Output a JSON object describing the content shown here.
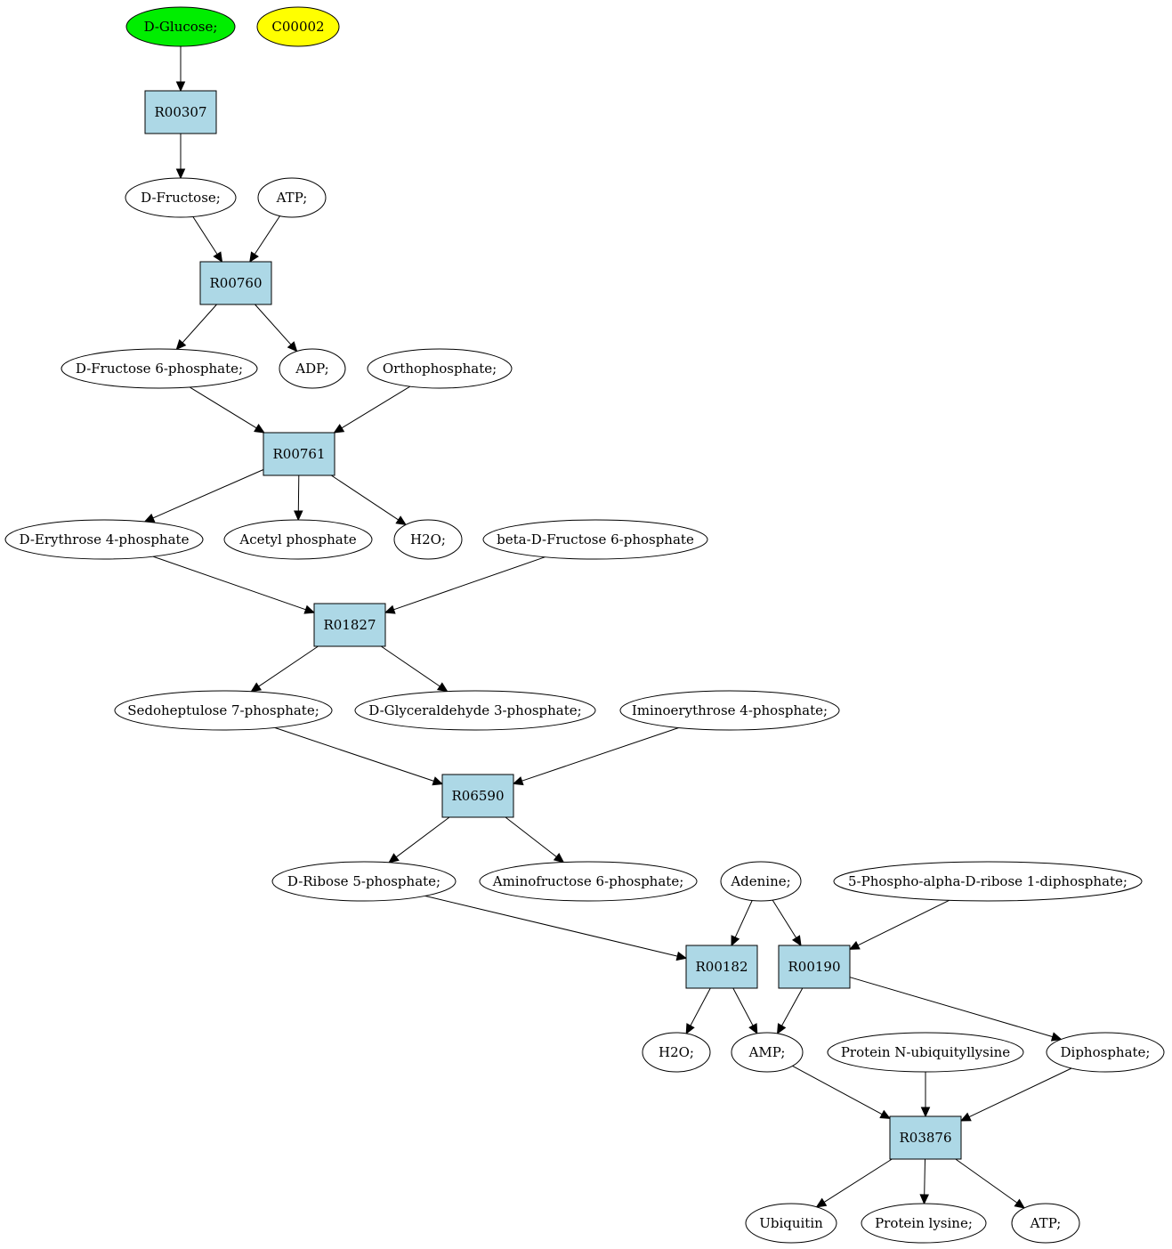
{
  "colors": {
    "reaction_fill": "#add8e6",
    "compound_fill": "#ffffff",
    "start_fill": "#00ee00",
    "highlight_fill": "#ffff00",
    "edge": "#000000"
  },
  "nodes": [
    {
      "id": "n_glucose",
      "label": "D-Glucose;",
      "kind": "compound",
      "fill": "start"
    },
    {
      "id": "n_c00002",
      "label": "C00002",
      "kind": "compound",
      "fill": "highlight"
    },
    {
      "id": "r_R00307",
      "label": "R00307",
      "kind": "reaction"
    },
    {
      "id": "n_fructose",
      "label": "D-Fructose;",
      "kind": "compound"
    },
    {
      "id": "n_atp1",
      "label": "ATP;",
      "kind": "compound"
    },
    {
      "id": "r_R00760",
      "label": "R00760",
      "kind": "reaction"
    },
    {
      "id": "n_f6p",
      "label": "D-Fructose 6-phosphate;",
      "kind": "compound"
    },
    {
      "id": "n_adp",
      "label": "ADP;",
      "kind": "compound"
    },
    {
      "id": "n_pi",
      "label": "Orthophosphate;",
      "kind": "compound"
    },
    {
      "id": "r_R00761",
      "label": "R00761",
      "kind": "reaction"
    },
    {
      "id": "n_e4p",
      "label": "D-Erythrose 4-phosphate",
      "kind": "compound"
    },
    {
      "id": "n_acp",
      "label": "Acetyl phosphate",
      "kind": "compound"
    },
    {
      "id": "n_h2o1",
      "label": "H2O;",
      "kind": "compound"
    },
    {
      "id": "n_bf6p",
      "label": "beta-D-Fructose 6-phosphate",
      "kind": "compound"
    },
    {
      "id": "r_R01827",
      "label": "R01827",
      "kind": "reaction"
    },
    {
      "id": "n_s7p",
      "label": "Sedoheptulose 7-phosphate;",
      "kind": "compound"
    },
    {
      "id": "n_g3p",
      "label": "D-Glyceraldehyde 3-phosphate;",
      "kind": "compound"
    },
    {
      "id": "n_ie4p",
      "label": "Iminoerythrose 4-phosphate;",
      "kind": "compound"
    },
    {
      "id": "r_R06590",
      "label": "R06590",
      "kind": "reaction"
    },
    {
      "id": "n_r5p",
      "label": "D-Ribose 5-phosphate;",
      "kind": "compound"
    },
    {
      "id": "n_af6p",
      "label": "Aminofructose 6-phosphate;",
      "kind": "compound"
    },
    {
      "id": "n_adenine",
      "label": "Adenine;",
      "kind": "compound"
    },
    {
      "id": "n_prpp",
      "label": "5-Phospho-alpha-D-ribose 1-diphosphate;",
      "kind": "compound"
    },
    {
      "id": "r_R00182",
      "label": "R00182",
      "kind": "reaction"
    },
    {
      "id": "r_R00190",
      "label": "R00190",
      "kind": "reaction"
    },
    {
      "id": "n_h2o2",
      "label": "H2O;",
      "kind": "compound"
    },
    {
      "id": "n_amp",
      "label": "AMP;",
      "kind": "compound"
    },
    {
      "id": "n_pnul",
      "label": "Protein N-ubiquityllysine",
      "kind": "compound"
    },
    {
      "id": "n_ppi",
      "label": "Diphosphate;",
      "kind": "compound"
    },
    {
      "id": "r_R03876",
      "label": "R03876",
      "kind": "reaction"
    },
    {
      "id": "n_ubiquitin",
      "label": "Ubiquitin",
      "kind": "compound"
    },
    {
      "id": "n_plys",
      "label": "Protein lysine;",
      "kind": "compound"
    },
    {
      "id": "n_atp2",
      "label": "ATP;",
      "kind": "compound"
    }
  ],
  "edges": [
    {
      "from": "n_glucose",
      "to": "r_R00307"
    },
    {
      "from": "r_R00307",
      "to": "n_fructose"
    },
    {
      "from": "n_fructose",
      "to": "r_R00760"
    },
    {
      "from": "n_atp1",
      "to": "r_R00760"
    },
    {
      "from": "r_R00760",
      "to": "n_f6p"
    },
    {
      "from": "r_R00760",
      "to": "n_adp"
    },
    {
      "from": "n_f6p",
      "to": "r_R00761"
    },
    {
      "from": "n_pi",
      "to": "r_R00761"
    },
    {
      "from": "r_R00761",
      "to": "n_e4p"
    },
    {
      "from": "r_R00761",
      "to": "n_acp"
    },
    {
      "from": "r_R00761",
      "to": "n_h2o1"
    },
    {
      "from": "n_e4p",
      "to": "r_R01827"
    },
    {
      "from": "n_bf6p",
      "to": "r_R01827"
    },
    {
      "from": "r_R01827",
      "to": "n_s7p"
    },
    {
      "from": "r_R01827",
      "to": "n_g3p"
    },
    {
      "from": "n_s7p",
      "to": "r_R06590"
    },
    {
      "from": "n_ie4p",
      "to": "r_R06590"
    },
    {
      "from": "r_R06590",
      "to": "n_r5p"
    },
    {
      "from": "r_R06590",
      "to": "n_af6p"
    },
    {
      "from": "n_r5p",
      "to": "r_R00182"
    },
    {
      "from": "n_adenine",
      "to": "r_R00182"
    },
    {
      "from": "n_adenine",
      "to": "r_R00190"
    },
    {
      "from": "n_prpp",
      "to": "r_R00190"
    },
    {
      "from": "r_R00182",
      "to": "n_h2o2"
    },
    {
      "from": "r_R00182",
      "to": "n_amp"
    },
    {
      "from": "r_R00190",
      "to": "n_amp"
    },
    {
      "from": "r_R00190",
      "to": "n_ppi"
    },
    {
      "from": "n_amp",
      "to": "r_R03876"
    },
    {
      "from": "n_pnul",
      "to": "r_R03876"
    },
    {
      "from": "n_ppi",
      "to": "r_R03876"
    },
    {
      "from": "r_R03876",
      "to": "n_ubiquitin"
    },
    {
      "from": "r_R03876",
      "to": "n_plys"
    },
    {
      "from": "r_R03876",
      "to": "n_atp2"
    }
  ]
}
